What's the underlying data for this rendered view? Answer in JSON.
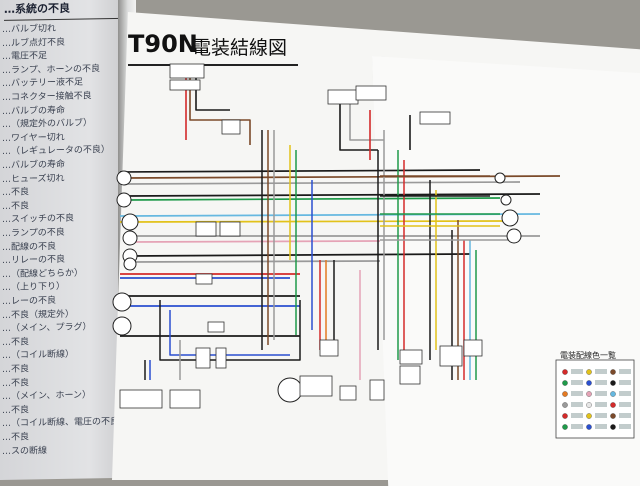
{
  "left_page": {
    "heading": "…系統の不良",
    "lines": [
      "…バルブ切れ",
      "…ルブ点灯不良",
      "…電圧不足",
      "…ランプ、ホーンの不良",
      "…バッテリー液不足",
      "…コネクター接触不良",
      "…バルブの寿命",
      "…（規定外のバルブ）",
      "…ワイヤー切れ",
      "…（レギュレータの不良）",
      "…バルブの寿命",
      "…ヒューズ切れ",
      "…不良",
      "…不良",
      "…スイッチの不良",
      "…ランプの不良",
      "…配線の不良",
      "…リレーの不良",
      "…（配線どちらか）",
      "…（上り下り）",
      "…レーの不良",
      "…不良（規定外）",
      "…（メイン、プラグ）",
      "…不良",
      "…（コイル断線）",
      "…不良",
      "…不良",
      "…（メイン、ホーン）",
      "…不良",
      "…（コイル断線、電圧の不良）",
      "…不良",
      "…スの断線"
    ]
  },
  "title": {
    "model": "T90N",
    "text": "電装結線図"
  },
  "colors": {
    "wire_red": "#d42a2a",
    "wire_brown": "#7b4a2a",
    "wire_green": "#1f9a4a",
    "wire_yellow": "#e2c21a",
    "wire_blue": "#2a4fd0",
    "wire_black": "#1a1a1a",
    "wire_gray": "#9a9a9a",
    "wire_pink": "#e5a3b6",
    "wire_orange": "#e47a22",
    "wire_skyblue": "#66b8e0",
    "wire_white": "#e6e6e6"
  },
  "legend": {
    "title": "電装配線色一覧"
  }
}
